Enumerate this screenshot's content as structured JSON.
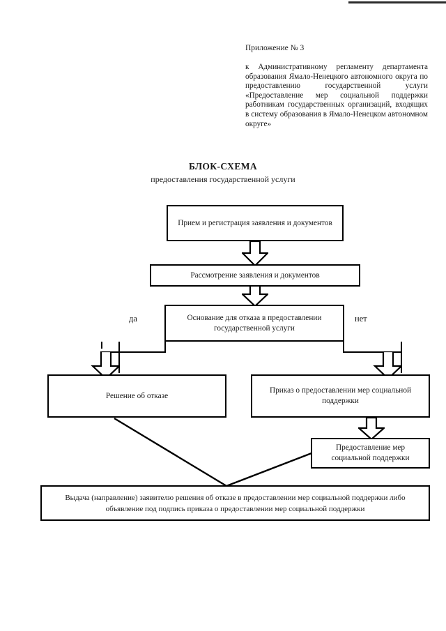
{
  "document": {
    "appendix_number": "Приложение № 3",
    "appendix_body": "к Административному регламенту департамента образования Ямало-Ненецкого автономного округа по предоставлению государственной услуги «Предоставление мер социальной поддержки работникам государственных организаций, входящих в систему образования в Ямало-Ненецком автономном округе»",
    "title": "БЛОК-СХЕМА",
    "subtitle": "предоставления государственной услуги"
  },
  "flowchart": {
    "nodes": [
      {
        "id": "intake",
        "label": "Прием и регистрация заявления и документов"
      },
      {
        "id": "review",
        "label": "Рассмотрение заявления и документов"
      },
      {
        "id": "decision",
        "label": "Основание для отказа в предоставлении государственной услуги"
      },
      {
        "id": "refusal",
        "label": "Решение об отказе"
      },
      {
        "id": "order",
        "label": "Приказ о предоставлении мер социальной поддержки"
      },
      {
        "id": "provision",
        "label": "Предоставление мер социальной поддержки"
      },
      {
        "id": "issue",
        "label": "Выдача (направление) заявителю решения об отказе в предоставлении мер социальной поддержки либо объявление под подпись приказа о предоставлении мер социальной поддержки"
      }
    ],
    "branch_labels": {
      "yes": "да",
      "no": "нет"
    },
    "colors": {
      "ink": "#000000",
      "paper": "#ffffff"
    }
  }
}
